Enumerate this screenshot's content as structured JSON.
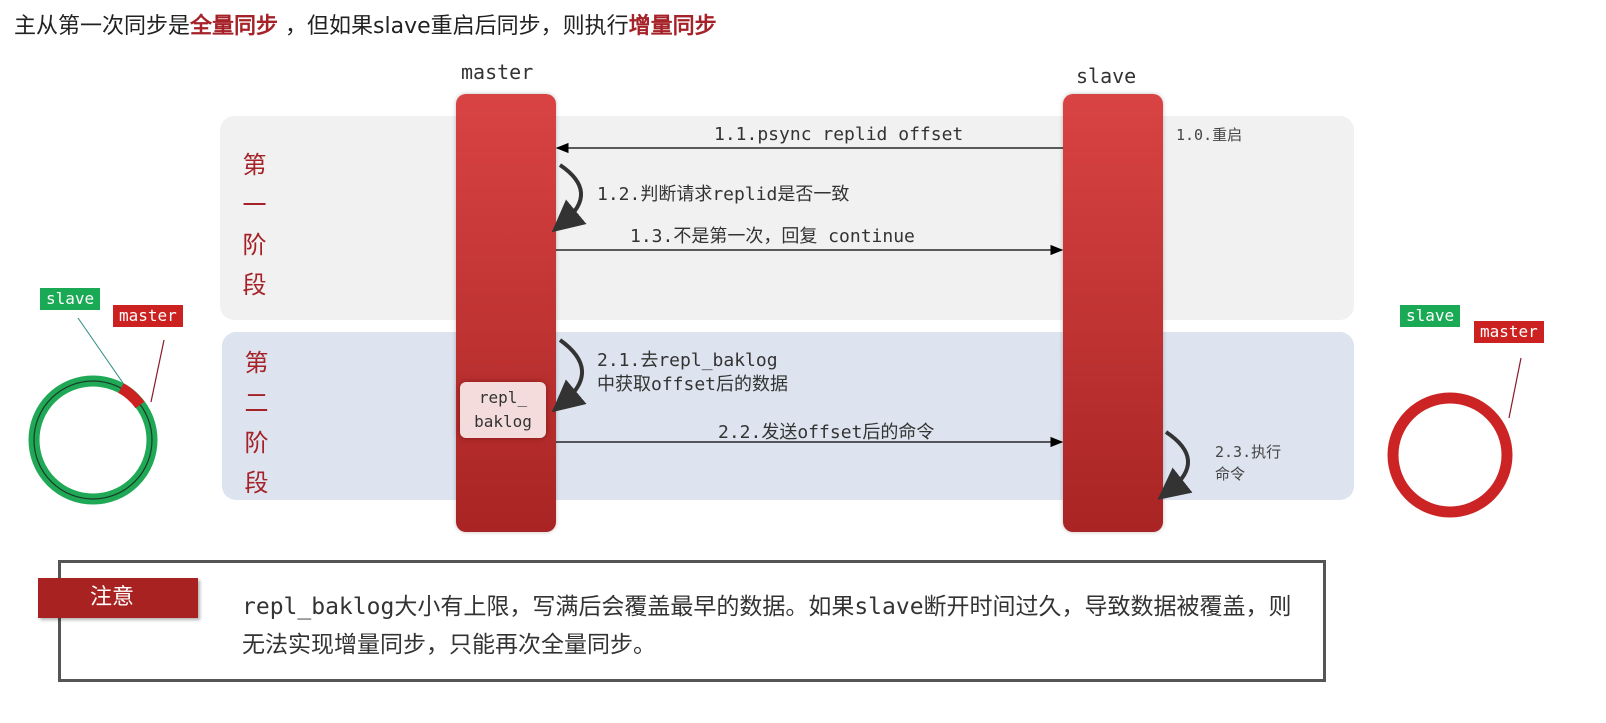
{
  "title": {
    "part1": "主从第一次同步是",
    "hl1": "全量同步",
    "part2": " ，但如果slave重启后同步，则执行",
    "hl2": "增量同步"
  },
  "actors": {
    "master": "master",
    "slave": "slave"
  },
  "phases": [
    {
      "label": "第一阶段",
      "chars": [
        "第",
        "一",
        "阶",
        "段"
      ]
    },
    {
      "label": "第二阶段",
      "chars": [
        "第",
        "二",
        "阶",
        "段"
      ]
    }
  ],
  "steps": {
    "s1_0": "1.0.重启",
    "s1_1": "1.1.psync replid offset",
    "s1_2": "1.2.判断请求replid是否一致",
    "s1_3": "1.3.不是第一次，回复 continue",
    "s2_1_line1": "2.1.去repl_baklog",
    "s2_1_line2": "中获取offset后的数据",
    "s2_2": "2.2.发送offset后的命令",
    "s2_3_line1": "2.3.执行",
    "s2_3_line2": "命令"
  },
  "baklog": {
    "line1": "repl_",
    "line2": "baklog"
  },
  "rings": {
    "left": {
      "slave": "slave",
      "master": "master"
    },
    "right": {
      "slave": "slave",
      "master": "master"
    }
  },
  "note": {
    "tag": "注意",
    "text": "repl_baklog大小有上限，写满后会覆盖最早的数据。如果slave断开时间过久，导致数据被覆盖，则无法实现增量同步，只能再次全量同步。"
  },
  "colors": {
    "accent": "#a52228",
    "green": "#1aa954",
    "red": "#cc2121"
  }
}
